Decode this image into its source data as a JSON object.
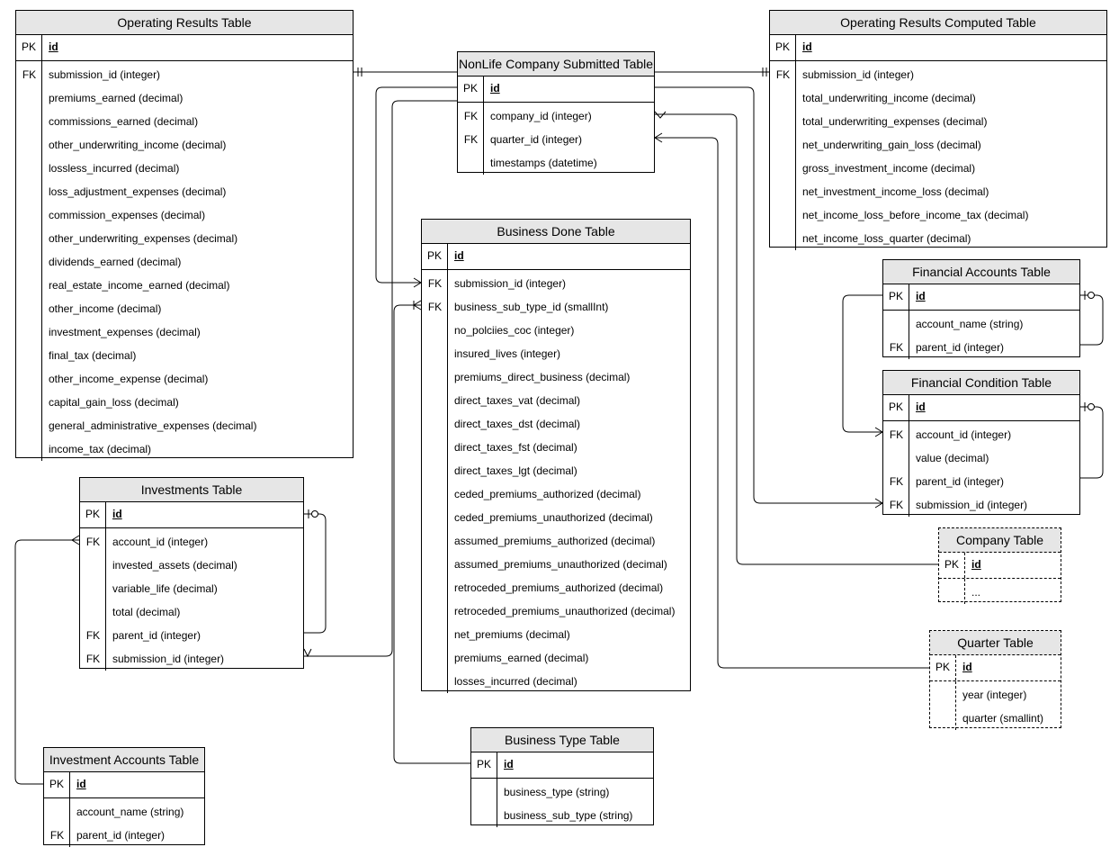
{
  "tables": {
    "operating_results": {
      "title": "Operating Results Table",
      "pk": {
        "key": "PK",
        "name": "id"
      },
      "fields": [
        {
          "key": "FK",
          "name": "submission_id (integer)"
        },
        {
          "key": "",
          "name": "premiums_earned (decimal)"
        },
        {
          "key": "",
          "name": "commissions_earned (decimal)"
        },
        {
          "key": "",
          "name": "other_underwriting_income (decimal)"
        },
        {
          "key": "",
          "name": "lossless_incurred (decimal)"
        },
        {
          "key": "",
          "name": "loss_adjustment_expenses (decimal)"
        },
        {
          "key": "",
          "name": "commission_expenses (decimal)"
        },
        {
          "key": "",
          "name": "other_underwriting_expenses (decimal)"
        },
        {
          "key": "",
          "name": "dividends_earned (decimal)"
        },
        {
          "key": "",
          "name": "real_estate_income_earned (decimal)"
        },
        {
          "key": "",
          "name": "other_income (decimal)"
        },
        {
          "key": "",
          "name": "investment_expenses (decimal)"
        },
        {
          "key": "",
          "name": "final_tax (decimal)"
        },
        {
          "key": "",
          "name": "other_income_expense (decimal)"
        },
        {
          "key": "",
          "name": "capital_gain_loss (decimal)"
        },
        {
          "key": "",
          "name": "general_administrative_expenses (decimal)"
        },
        {
          "key": "",
          "name": "income_tax (decimal)"
        }
      ]
    },
    "nonlife_submitted": {
      "title": "NonLife Company Submitted Table",
      "pk": {
        "key": "PK",
        "name": "id"
      },
      "fields": [
        {
          "key": "FK",
          "name": "company_id (integer)"
        },
        {
          "key": "FK",
          "name": "quarter_id (integer)"
        },
        {
          "key": "",
          "name": "timestamps (datetime)"
        }
      ]
    },
    "operating_results_computed": {
      "title": "Operating Results Computed Table",
      "pk": {
        "key": "PK",
        "name": "id"
      },
      "fields": [
        {
          "key": "FK",
          "name": "submission_id (integer)"
        },
        {
          "key": "",
          "name": "total_underwriting_income (decimal)"
        },
        {
          "key": "",
          "name": "total_underwriting_expenses (decimal)"
        },
        {
          "key": "",
          "name": "net_underwriting_gain_loss (decimal)"
        },
        {
          "key": "",
          "name": "gross_investment_income (decimal)"
        },
        {
          "key": "",
          "name": "net_investment_income_loss (decimal)"
        },
        {
          "key": "",
          "name": "net_income_loss_before_income_tax (decimal)"
        },
        {
          "key": "",
          "name": "net_income_loss_quarter (decimal)"
        }
      ]
    },
    "business_done": {
      "title": "Business Done Table",
      "pk": {
        "key": "PK",
        "name": "id"
      },
      "fields": [
        {
          "key": "FK",
          "name": "submission_id (integer)"
        },
        {
          "key": "FK",
          "name": "business_sub_type_id (smallInt)"
        },
        {
          "key": "",
          "name": "no_polciies_coc (integer)"
        },
        {
          "key": "",
          "name": "insured_lives (integer)"
        },
        {
          "key": "",
          "name": "premiums_direct_business (decimal)"
        },
        {
          "key": "",
          "name": "direct_taxes_vat (decimal)"
        },
        {
          "key": "",
          "name": "direct_taxes_dst (decimal)"
        },
        {
          "key": "",
          "name": "direct_taxes_fst (decimal)"
        },
        {
          "key": "",
          "name": "direct_taxes_lgt (decimal)"
        },
        {
          "key": "",
          "name": "ceded_premiums_authorized (decimal)"
        },
        {
          "key": "",
          "name": "ceded_premiums_unauthorized (decimal)"
        },
        {
          "key": "",
          "name": "assumed_premiums_authorized (decimal)"
        },
        {
          "key": "",
          "name": "assumed_premiums_unauthorized (decimal)"
        },
        {
          "key": "",
          "name": "retroceded_premiums_authorized (decimal)"
        },
        {
          "key": "",
          "name": "retroceded_premiums_unauthorized (decimal)"
        },
        {
          "key": "",
          "name": "net_premiums (decimal)"
        },
        {
          "key": "",
          "name": "premiums_earned (decimal)"
        },
        {
          "key": "",
          "name": "losses_incurred (decimal)"
        }
      ]
    },
    "financial_accounts": {
      "title": "Financial Accounts Table",
      "pk": {
        "key": "PK",
        "name": "id"
      },
      "fields": [
        {
          "key": "",
          "name": "account_name (string)"
        },
        {
          "key": "FK",
          "name": "parent_id (integer)"
        }
      ]
    },
    "financial_condition": {
      "title": "Financial Condition Table",
      "pk": {
        "key": "PK",
        "name": "id"
      },
      "fields": [
        {
          "key": "FK",
          "name": "account_id (integer)"
        },
        {
          "key": "",
          "name": "value (decimal)"
        },
        {
          "key": "FK",
          "name": "parent_id (integer)"
        },
        {
          "key": "FK",
          "name": "submission_id (integer)"
        }
      ]
    },
    "investments": {
      "title": "Investments Table",
      "pk": {
        "key": "PK",
        "name": "id"
      },
      "fields": [
        {
          "key": "FK",
          "name": "account_id (integer)"
        },
        {
          "key": "",
          "name": "invested_assets (decimal)"
        },
        {
          "key": "",
          "name": "variable_life (decimal)"
        },
        {
          "key": "",
          "name": "total (decimal)"
        },
        {
          "key": "FK",
          "name": "parent_id (integer)"
        },
        {
          "key": "FK",
          "name": "submission_id (integer)"
        }
      ]
    },
    "company": {
      "title": "Company Table",
      "pk": {
        "key": "PK",
        "name": "id"
      },
      "fields": [
        {
          "key": "",
          "name": "..."
        }
      ]
    },
    "quarter": {
      "title": "Quarter Table",
      "pk": {
        "key": "PK",
        "name": "id"
      },
      "fields": [
        {
          "key": "",
          "name": "year (integer)"
        },
        {
          "key": "",
          "name": "quarter (smallint)"
        }
      ]
    },
    "investment_accounts": {
      "title": "Investment Accounts Table",
      "pk": {
        "key": "PK",
        "name": "id"
      },
      "fields": [
        {
          "key": "",
          "name": "account_name (string)"
        },
        {
          "key": "FK",
          "name": "parent_id (integer)"
        }
      ]
    },
    "business_type": {
      "title": "Business Type Table",
      "pk": {
        "key": "PK",
        "name": "id"
      },
      "fields": [
        {
          "key": "",
          "name": "business_type (string)"
        },
        {
          "key": "",
          "name": "business_sub_type (string)"
        }
      ]
    }
  }
}
